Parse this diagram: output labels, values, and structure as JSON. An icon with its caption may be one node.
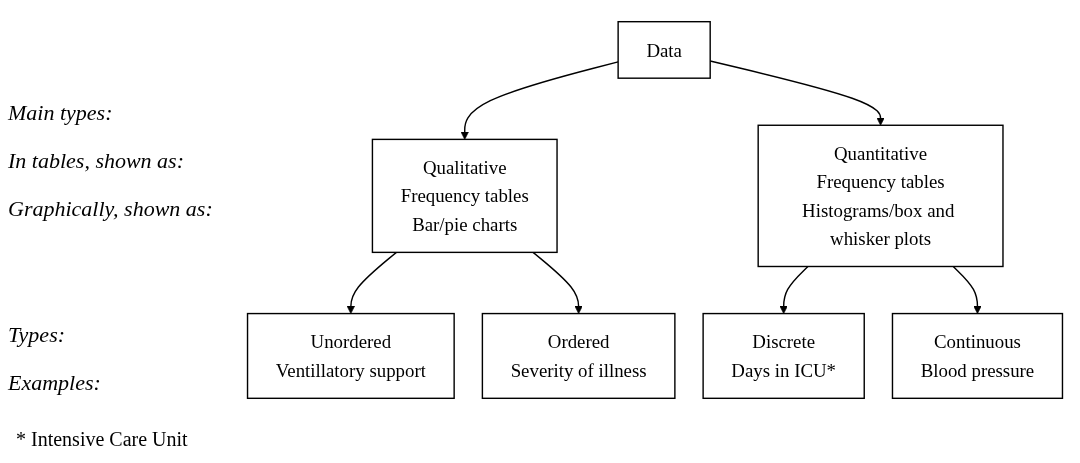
{
  "diagram": {
    "nodes": [
      {
        "text": [
          "Data"
        ]
      },
      {
        "text": [
          "Qualitative",
          "Frequency tables",
          "Bar/pie charts"
        ]
      },
      {
        "text": [
          "Quantitative",
          "Frequency tables",
          "Histograms/box and whisker plots"
        ]
      },
      {
        "text": [
          "Unordered",
          "Ventillatory support"
        ]
      },
      {
        "text": [
          "Ordered",
          "Severity of illness"
        ]
      },
      {
        "text": [
          "Discrete",
          "Days in ICU*"
        ]
      },
      {
        "text": [
          "Continuous",
          "Blood pressure"
        ]
      }
    ],
    "edges": [
      {
        "from": 0,
        "to": 1,
        "arrow": "to"
      },
      {
        "from": 0,
        "to": 2,
        "arrow": "to"
      },
      {
        "from": 1,
        "to": 3,
        "arrow": "to"
      },
      {
        "from": 1,
        "to": 4,
        "arrow": "to"
      },
      {
        "from": 2,
        "to": 5,
        "arrow": "to"
      },
      {
        "from": 2,
        "to": 6,
        "arrow": "to"
      }
    ],
    "labels": [
      "Main types:",
      "In tables, shown as:",
      "Graphically, shown as:",
      "Types:",
      "Examples:",
      "* Intensive Care Unit"
    ]
  }
}
